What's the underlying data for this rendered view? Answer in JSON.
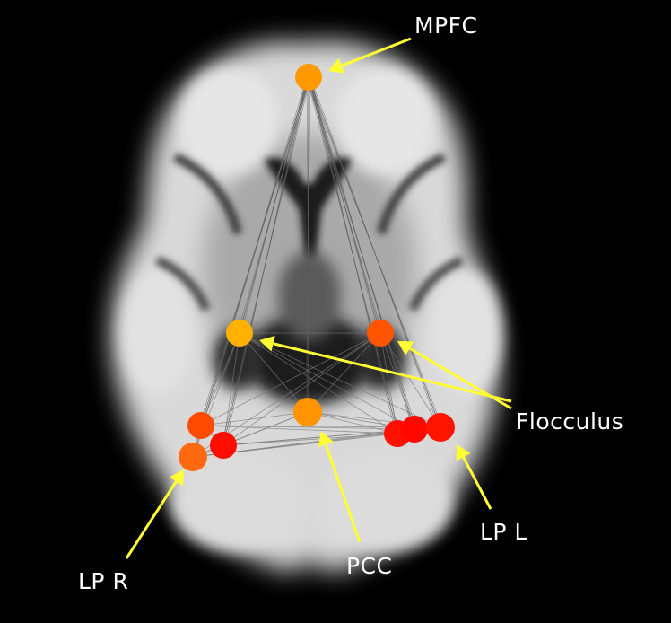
{
  "colors": {
    "background": "#000000",
    "annotation_arrow": "#ffff33",
    "label_text": "#ffffff",
    "connection_line": "#7a7a7a"
  },
  "labels": {
    "mpfc": "MPFC",
    "flocculus": "Flocculus",
    "lp_l": "LP L",
    "lp_r": "LP R",
    "pcc": "PCC"
  },
  "nodes": [
    {
      "id": "mpfc",
      "color": "#ff9900"
    },
    {
      "id": "flocculus-right",
      "color": "#ffb000"
    },
    {
      "id": "flocculus-left",
      "color": "#ff5500"
    },
    {
      "id": "pcc",
      "color": "#ff9400"
    },
    {
      "id": "lp-r-upper",
      "color": "#ff4a00"
    },
    {
      "id": "lp-r-lower",
      "color": "#ff6a10"
    },
    {
      "id": "lp-r-medial",
      "color": "#ff0d00"
    },
    {
      "id": "lp-l-medial",
      "color": "#ff1000"
    },
    {
      "id": "lp-l-middle",
      "color": "#ff0800"
    },
    {
      "id": "lp-l-lateral",
      "color": "#ff1400"
    }
  ]
}
